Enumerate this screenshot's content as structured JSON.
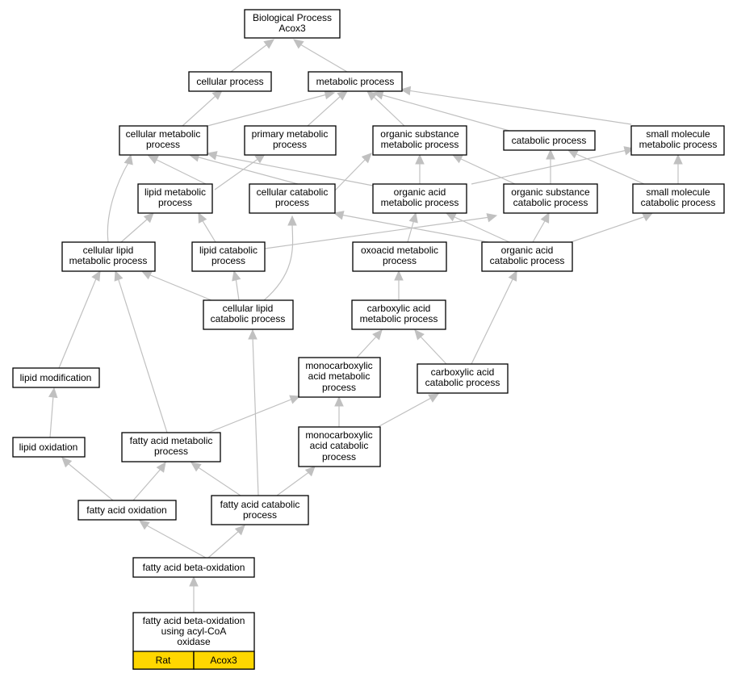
{
  "root": {
    "title": "Biological Process",
    "gene": "Acox3"
  },
  "nodes": {
    "cellular_process": "cellular process",
    "metabolic_process": "metabolic process",
    "cellular_metabolic_process": [
      "cellular metabolic",
      "process"
    ],
    "primary_metabolic_process": [
      "primary metabolic",
      "process"
    ],
    "organic_substance_metabolic_process": [
      "organic substance",
      "metabolic process"
    ],
    "catabolic_process": "catabolic process",
    "small_molecule_metabolic_process": [
      "small molecule",
      "metabolic process"
    ],
    "lipid_metabolic_process": [
      "lipid metabolic",
      "process"
    ],
    "cellular_catabolic_process": [
      "cellular catabolic",
      "process"
    ],
    "organic_acid_metabolic_process": [
      "organic acid",
      "metabolic process"
    ],
    "organic_substance_catabolic_process": [
      "organic substance",
      "catabolic process"
    ],
    "small_molecule_catabolic_process": [
      "small molecule",
      "catabolic process"
    ],
    "cellular_lipid_metabolic_process": [
      "cellular lipid",
      "metabolic process"
    ],
    "lipid_catabolic_process": [
      "lipid catabolic",
      "process"
    ],
    "oxoacid_metabolic_process": [
      "oxoacid metabolic",
      "process"
    ],
    "organic_acid_catabolic_process": [
      "organic acid",
      "catabolic process"
    ],
    "cellular_lipid_catabolic_process": [
      "cellular lipid",
      "catabolic process"
    ],
    "carboxylic_acid_metabolic_process": [
      "carboxylic acid",
      "metabolic process"
    ],
    "lipid_modification": "lipid modification",
    "monocarboxylic_acid_metabolic_process": [
      "monocarboxylic",
      "acid metabolic",
      "process"
    ],
    "carboxylic_acid_catabolic_process": [
      "carboxylic acid",
      "catabolic process"
    ],
    "lipid_oxidation": "lipid oxidation",
    "fatty_acid_metabolic_process": [
      "fatty acid metabolic",
      "process"
    ],
    "monocarboxylic_acid_catabolic_process": [
      "monocarboxylic",
      "acid catabolic",
      "process"
    ],
    "fatty_acid_oxidation": "fatty acid oxidation",
    "fatty_acid_catabolic_process": [
      "fatty acid catabolic",
      "process"
    ],
    "fatty_acid_beta_oxidation": "fatty acid beta-oxidation",
    "fatty_acid_beta_oxidation_acyl_coa": [
      "fatty acid beta-oxidation",
      "using acyl-CoA",
      "oxidase"
    ]
  },
  "annotation": {
    "species": "Rat",
    "gene": "Acox3"
  },
  "colors": {
    "edge": "#c0c0c0",
    "annotation_fill": "#ffd700",
    "node_border": "#000000"
  }
}
